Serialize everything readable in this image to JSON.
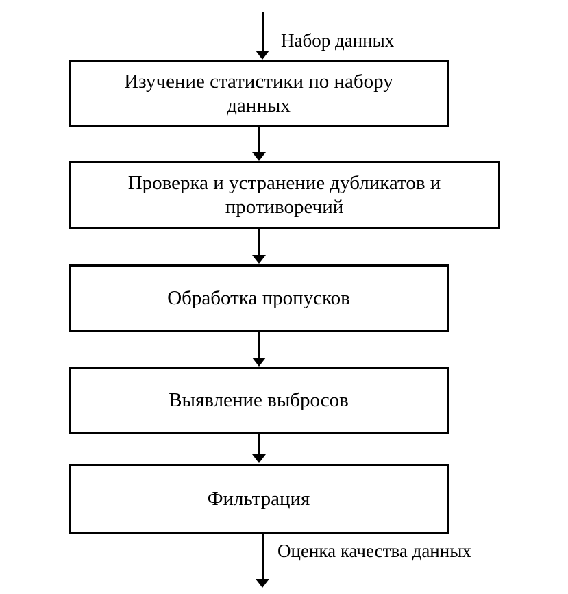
{
  "diagram": {
    "title": "data-preprocessing-flowchart",
    "input_label": "Набор данных",
    "output_label": "Оценка качества данных",
    "steps": [
      {
        "label": "Изучение статистики по набору данных",
        "lines": [
          "Изучение статистики по набору",
          "данных"
        ]
      },
      {
        "label": "Проверка и устранение дубликатов и противоречий",
        "lines": [
          "Проверка и устранение дубликатов и",
          "противоречий"
        ]
      },
      {
        "label": "Обработка пропусков",
        "lines": [
          "Обработка пропусков"
        ]
      },
      {
        "label": "Выявление выбросов",
        "lines": [
          "Выявление выбросов"
        ]
      },
      {
        "label": "Фильтрация",
        "lines": [
          "Фильтрация"
        ]
      }
    ],
    "colors": {
      "line": "#000000",
      "background": "#ffffff",
      "box_fill": "#ffffff"
    }
  }
}
